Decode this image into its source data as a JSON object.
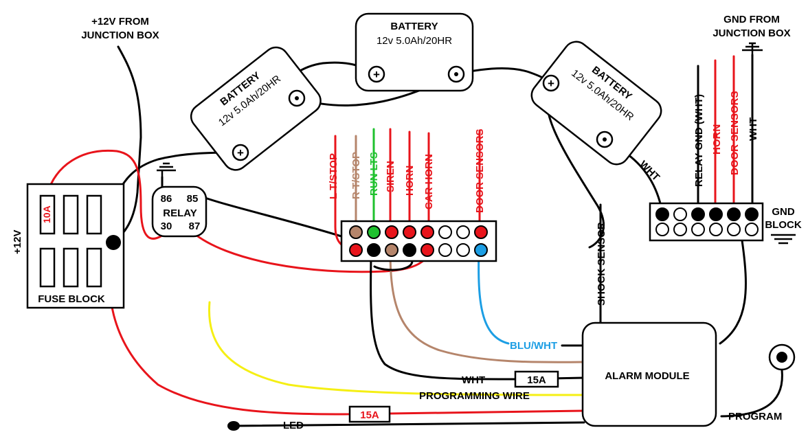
{
  "labels": {
    "junction_12v": [
      "+12V FROM",
      "JUNCTION BOX"
    ],
    "gnd_junction": [
      "GND FROM",
      "JUNCTION BOX"
    ],
    "battery": "BATTERY",
    "battery_spec": "12v 5.0Ah/20HR",
    "plus_12v": "+12V",
    "fuse_block": "FUSE BLOCK",
    "fuse_10a": "10A",
    "relay": "RELAY",
    "relay_86": "86",
    "relay_85": "85",
    "relay_30": "30",
    "relay_87": "87",
    "l_tstop": "L T/STOP",
    "r_tstop": "R T/STOP",
    "run_lts": "RUN LTS",
    "siren": "SIREN",
    "horn": "HORN",
    "car_horn": "CAR HORN",
    "door_sensors": "DOOR SENSORS",
    "relay_gnd": "RELAY GND (WHT)",
    "wht": "WHT",
    "gnd_block": [
      "GND",
      "BLOCK"
    ],
    "shock_sensor": "SHOCK SENSOR",
    "blu_wht": "BLU/WHT",
    "alarm_module": "ALARM MODULE",
    "fuse_15a": "15A",
    "programming_wire": "PROGRAMMING WIRE",
    "led": "LED",
    "program": "PROGRAM"
  },
  "colors": {
    "red": "#e8141b",
    "black": "#000000",
    "tan": "#b5856b",
    "green": "#1fc12e",
    "blue": "#1c9ee4",
    "yellow": "#f5ef14"
  }
}
